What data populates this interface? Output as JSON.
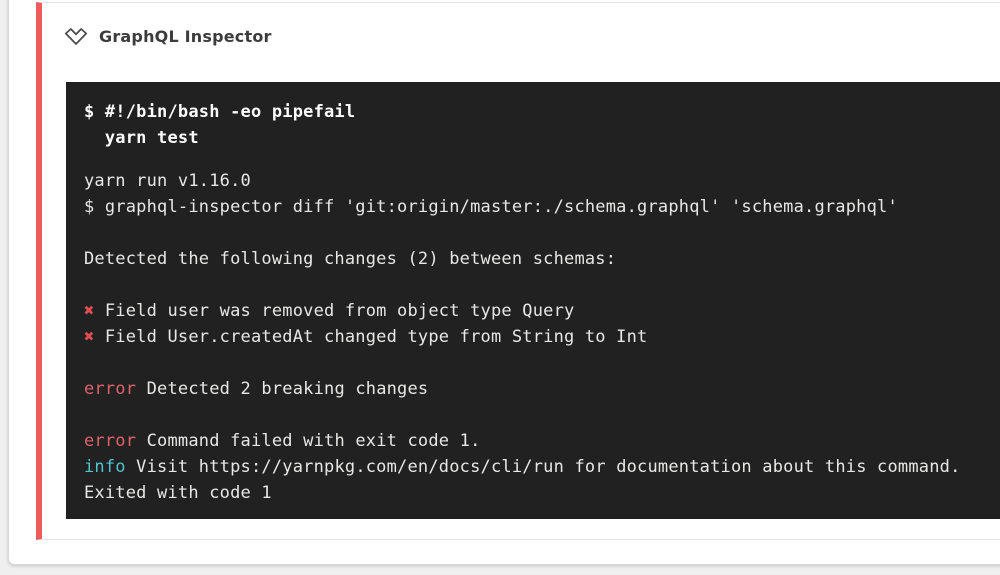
{
  "page": {
    "background_color": "#efefef",
    "panel_color": "#ffffff"
  },
  "step": {
    "title": "GraphQL Inspector",
    "status": "failed",
    "accent_color": "#ed5c5c",
    "icon": "chevron-down-icon"
  },
  "terminal": {
    "background_color": "#212121",
    "text_color": "#e7e7e5",
    "error_color": "#df6168",
    "cross_color": "#e14d53",
    "info_color": "#4fc4d0",
    "command_lines": [
      "$ #!/bin/bash -eo pipefail",
      "  yarn test"
    ],
    "output_lines": [
      [
        {
          "t": "yarn run v1.16.0",
          "c": "plain"
        }
      ],
      [
        {
          "t": "$ graphql-inspector diff 'git:origin/master:./schema.graphql' 'schema.graphql'",
          "c": "plain"
        }
      ],
      [],
      [
        {
          "t": "Detected the following changes (2) between schemas:",
          "c": "plain"
        }
      ],
      [],
      [
        {
          "t": "✖",
          "c": "xred"
        },
        {
          "t": " Field user was removed from object type Query",
          "c": "plain"
        }
      ],
      [
        {
          "t": "✖",
          "c": "xred"
        },
        {
          "t": " Field User.createdAt changed type from String to Int",
          "c": "plain"
        }
      ],
      [],
      [
        {
          "t": "error",
          "c": "red"
        },
        {
          "t": " Detected 2 breaking changes",
          "c": "plain"
        }
      ],
      [],
      [
        {
          "t": "error",
          "c": "red"
        },
        {
          "t": " Command failed with exit code 1.",
          "c": "plain"
        }
      ],
      [
        {
          "t": "info",
          "c": "cyan"
        },
        {
          "t": " Visit https://yarnpkg.com/en/docs/cli/run for documentation about this command.",
          "c": "plain"
        }
      ],
      [
        {
          "t": "Exited with code 1",
          "c": "plain"
        }
      ]
    ]
  }
}
